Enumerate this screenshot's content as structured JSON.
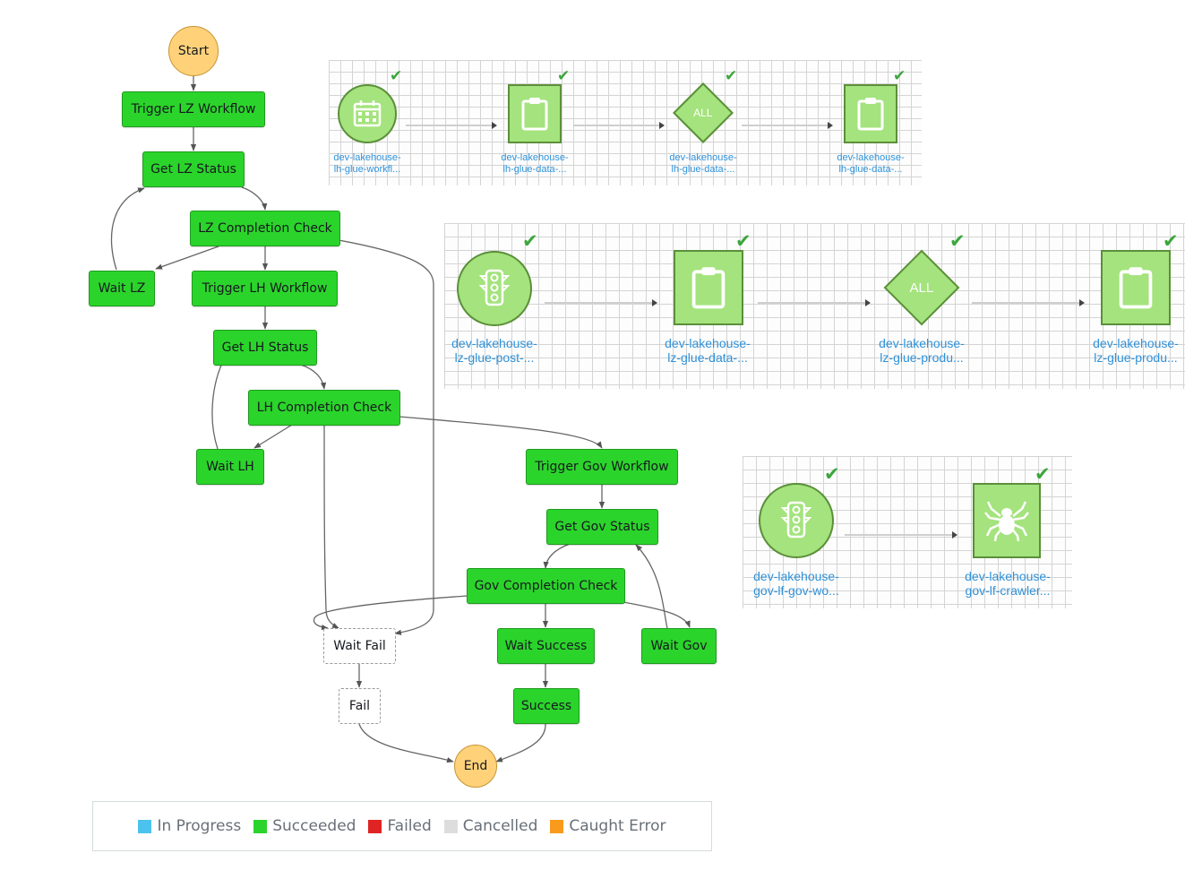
{
  "state_machine": {
    "nodes": {
      "start": "Start",
      "trigger_lz": "Trigger LZ Workflow",
      "get_lz": "Get LZ Status",
      "lz_check": "LZ Completion Check",
      "wait_lz": "Wait LZ",
      "trigger_lh": "Trigger LH Workflow",
      "get_lh": "Get LH Status",
      "lh_check": "LH Completion Check",
      "wait_lh": "Wait LH",
      "trigger_gov": "Trigger Gov Workflow",
      "get_gov": "Get Gov Status",
      "gov_check": "Gov Completion Check",
      "wait_fail": "Wait Fail",
      "wait_success": "Wait Success",
      "wait_gov": "Wait Gov",
      "fail": "Fail",
      "success": "Success",
      "end": "End"
    },
    "status_colors": {
      "succeeded": "#2bd42b",
      "pending": "#ffffff",
      "terminal": "#ffd27a"
    }
  },
  "workflows": {
    "lh": {
      "nodes": [
        {
          "icon": "calendar-icon",
          "shape": "circle",
          "label_1": "dev-lakehouse-",
          "label_2": "lh-glue-workfl...",
          "status": "succeeded"
        },
        {
          "icon": "clipboard-icon",
          "shape": "square",
          "label_1": "dev-lakehouse-",
          "label_2": "lh-glue-data-...",
          "status": "succeeded"
        },
        {
          "icon": "all-condition-icon",
          "shape": "diamond",
          "text": "ALL",
          "label_1": "dev-lakehouse-",
          "label_2": "lh-glue-data-...",
          "status": "succeeded"
        },
        {
          "icon": "clipboard-icon",
          "shape": "square",
          "label_1": "dev-lakehouse-",
          "label_2": "lh-glue-data-...",
          "status": "succeeded"
        }
      ]
    },
    "lz": {
      "nodes": [
        {
          "icon": "traffic-light-icon",
          "shape": "circle",
          "label_1": "dev-lakehouse-",
          "label_2": "lz-glue-post-...",
          "status": "succeeded"
        },
        {
          "icon": "clipboard-icon",
          "shape": "square",
          "label_1": "dev-lakehouse-",
          "label_2": "lz-glue-data-...",
          "status": "succeeded"
        },
        {
          "icon": "all-condition-icon",
          "shape": "diamond",
          "text": "ALL",
          "label_1": "dev-lakehouse-",
          "label_2": "lz-glue-produ...",
          "status": "succeeded"
        },
        {
          "icon": "clipboard-icon",
          "shape": "square",
          "label_1": "dev-lakehouse-",
          "label_2": "lz-glue-produ...",
          "status": "succeeded"
        }
      ]
    },
    "gov": {
      "nodes": [
        {
          "icon": "traffic-light-icon",
          "shape": "circle",
          "label_1": "dev-lakehouse-",
          "label_2": "gov-lf-gov-wo...",
          "status": "succeeded"
        },
        {
          "icon": "crawler-spider-icon",
          "shape": "square",
          "label_1": "dev-lakehouse-",
          "label_2": "gov-lf-crawler...",
          "status": "succeeded"
        }
      ]
    },
    "check_icon": "checkmark-icon",
    "check_color": "#3ca63c",
    "icon_fill": "#a4e37d",
    "label_color": "#2f91d8"
  },
  "legend": {
    "items": [
      {
        "label": "In Progress",
        "color": "#4cc3ee"
      },
      {
        "label": "Succeeded",
        "color": "#2bd42b"
      },
      {
        "label": "Failed",
        "color": "#e02424"
      },
      {
        "label": "Cancelled",
        "color": "#dddddd"
      },
      {
        "label": "Caught Error",
        "color": "#f89b1c"
      }
    ]
  }
}
